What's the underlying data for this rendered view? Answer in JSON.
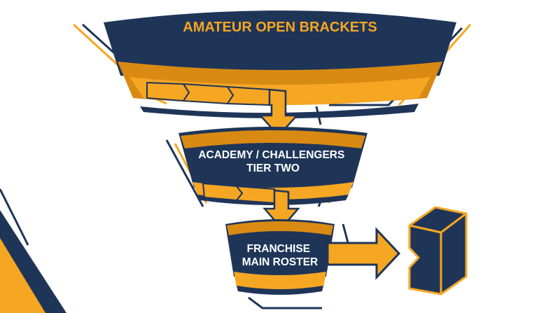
{
  "funnel": {
    "tiers": [
      {
        "label": "AMATEUR OPEN BRACKETS",
        "lines": [
          "AMATEUR OPEN BRACKETS"
        ]
      },
      {
        "label": "ACADEMY / CHALLENGERS TIER TWO",
        "lines": [
          "ACADEMY / CHALLENGERS",
          "TIER TWO"
        ]
      },
      {
        "label": "FRANCHISE MAIN ROSTER",
        "lines": [
          "FRANCHISE",
          "MAIN ROSTER"
        ]
      }
    ]
  },
  "destination": {
    "icon": "block-goal-icon"
  },
  "colors": {
    "navy": "#1f3558",
    "gold": "#f5a623",
    "darkGold": "#d98a12",
    "white": "#ffffff"
  }
}
